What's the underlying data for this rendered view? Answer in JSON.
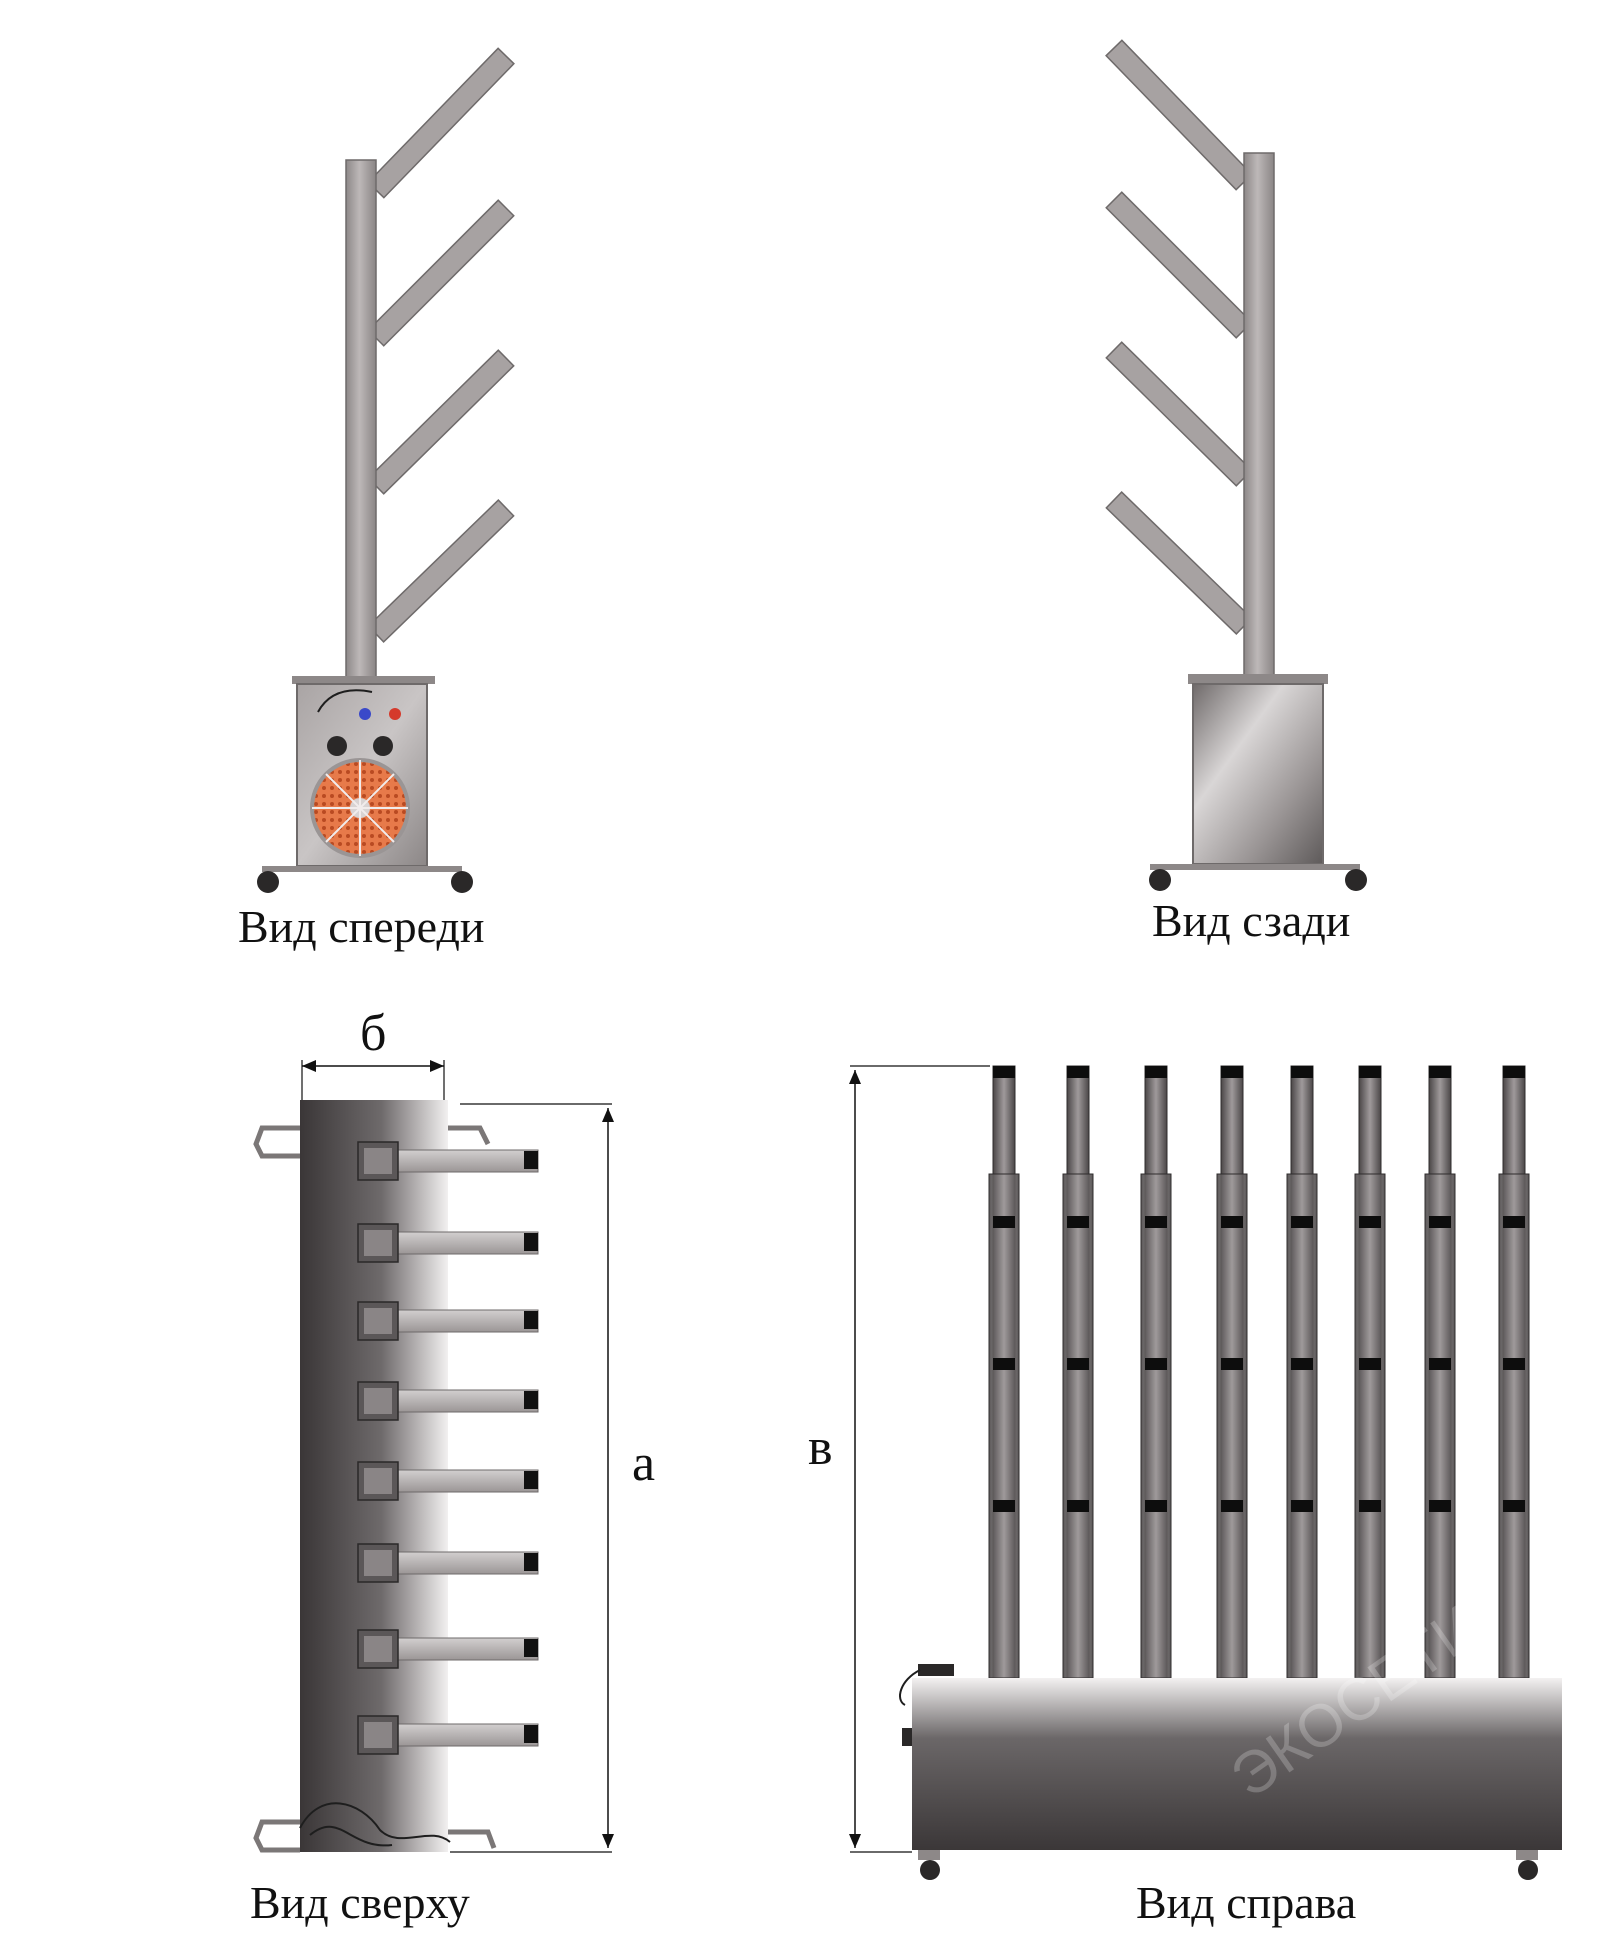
{
  "views": {
    "front": {
      "caption": "Вид спереди"
    },
    "back": {
      "caption": "Вид сзади"
    },
    "top": {
      "caption": "Вид сверху"
    },
    "right": {
      "caption": "Вид справа"
    }
  },
  "dimensions": {
    "a": "а",
    "b": "б",
    "v": "в"
  },
  "watermark": "ЭКОСЕТИ",
  "colors": {
    "tube": "#a7a2a2",
    "tube_edge": "#6e6a6a",
    "body_dark": "#3d393a",
    "fan_orange": "#e0683a",
    "indicator_blue": "#3a49c9",
    "indicator_red": "#d53a2c"
  }
}
